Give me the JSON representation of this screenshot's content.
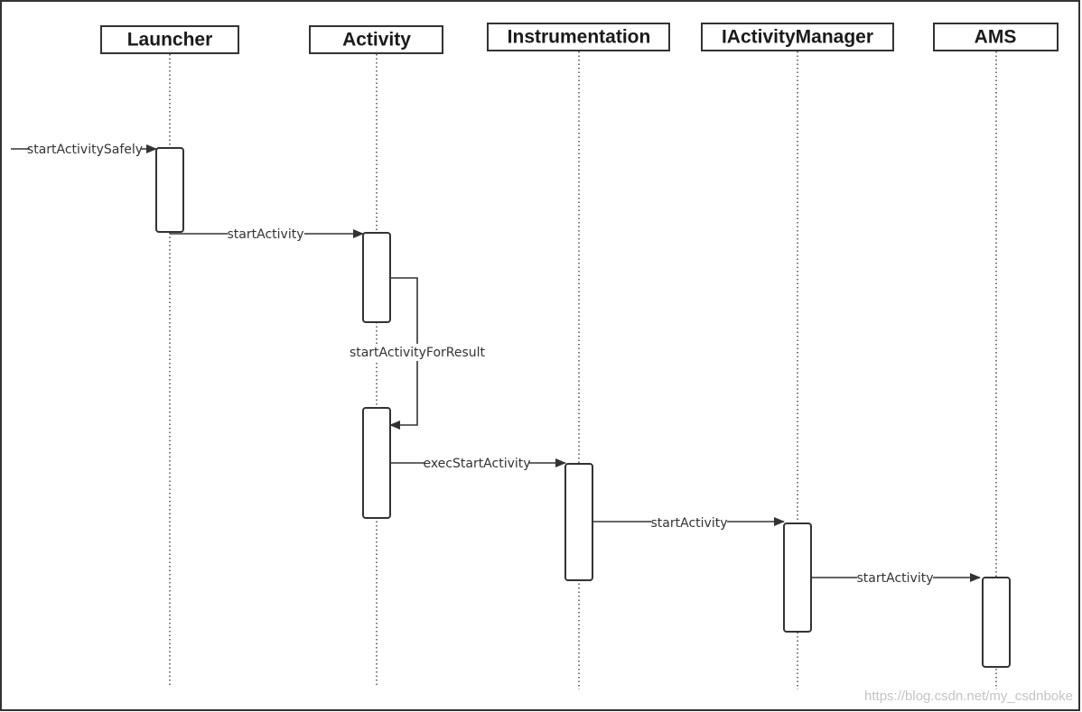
{
  "diagram": {
    "type": "sequence",
    "participants": [
      {
        "id": "launcher",
        "label": "Launcher"
      },
      {
        "id": "activity",
        "label": "Activity"
      },
      {
        "id": "instrumentation",
        "label": "Instrumentation"
      },
      {
        "id": "iam",
        "label": "IActivityManager"
      },
      {
        "id": "ams",
        "label": "AMS"
      }
    ],
    "messages": [
      {
        "from": null,
        "to": "launcher",
        "label": "startActivitySafely"
      },
      {
        "from": "launcher",
        "to": "activity",
        "label": "startActivity"
      },
      {
        "from": "activity",
        "to": "activity",
        "label": "startActivityForResult"
      },
      {
        "from": "activity",
        "to": "instrumentation",
        "label": "execStartActivity"
      },
      {
        "from": "instrumentation",
        "to": "iam",
        "label": "startActivity"
      },
      {
        "from": "iam",
        "to": "ams",
        "label": "startActivity"
      }
    ]
  },
  "watermark": "https://blog.csdn.net/my_csdnboke"
}
